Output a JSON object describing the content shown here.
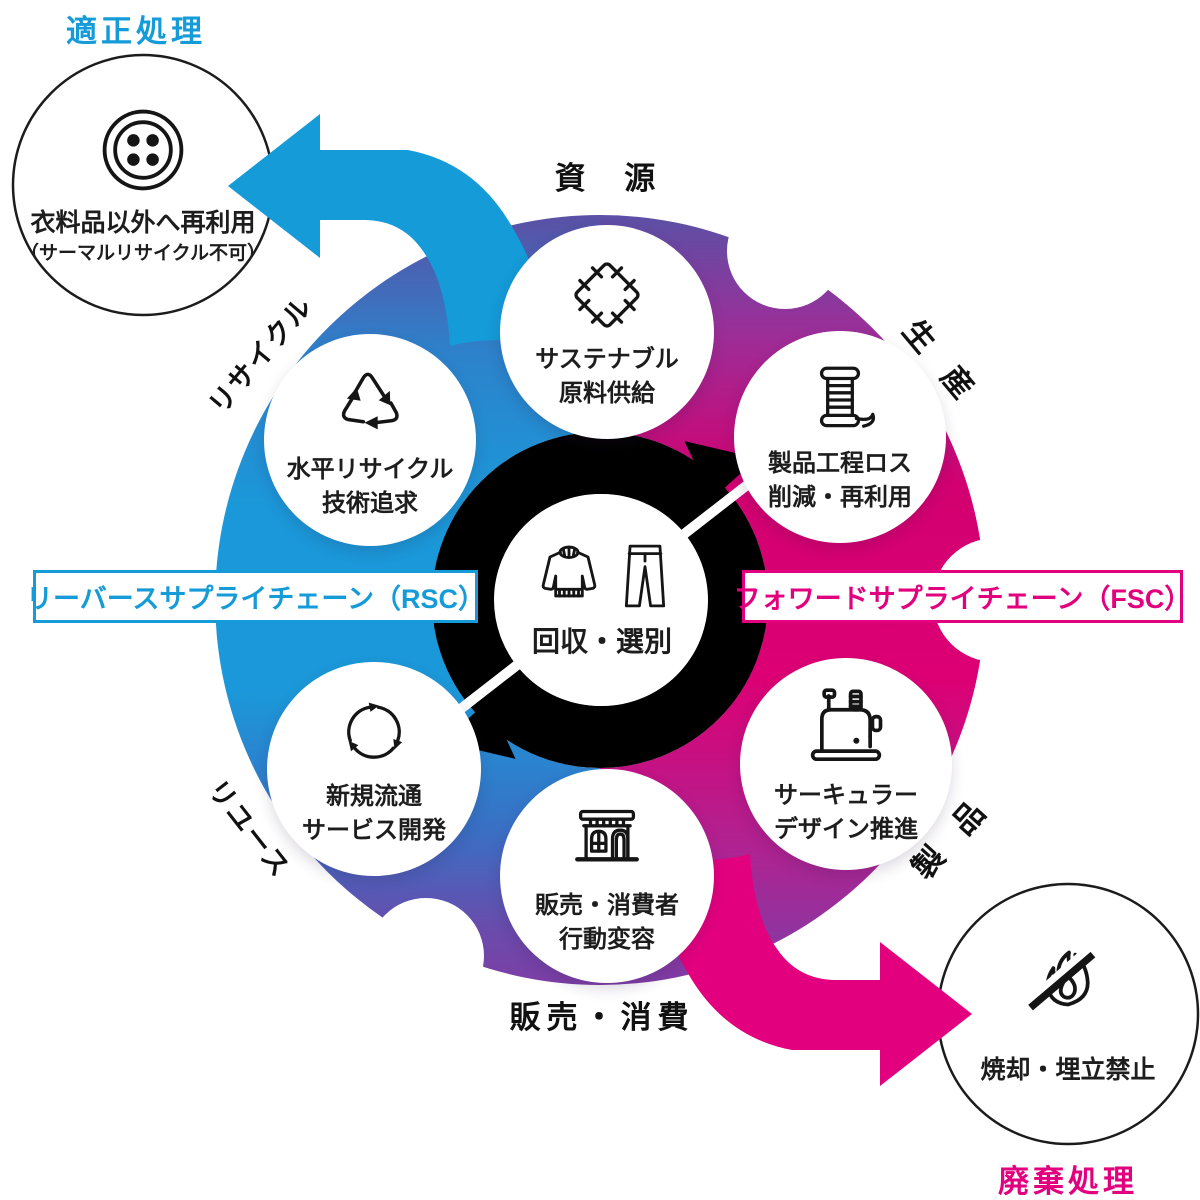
{
  "colors": {
    "rsc_blue": "#149bd8",
    "fsc_magenta": "#e3007f",
    "ring_purple": "#7d3ea6",
    "center_black": "#000000"
  },
  "banners": {
    "rsc": {
      "label": "リーバースサプライチェーン（RSC）"
    },
    "fsc": {
      "label": "フォワードサプライチェーン（FSC）"
    }
  },
  "ring_labels": {
    "top": "資 源",
    "upper_right": "生 産",
    "lower_right": "製 品",
    "bottom": "販売・消費",
    "upper_left": "リサイクル",
    "lower_left": "リユース"
  },
  "center_node": {
    "icons": [
      "sweater-icon",
      "pants-icon"
    ],
    "caption": "回収・選別"
  },
  "nodes": [
    {
      "id": "sustainable-materials",
      "icon": "fabric-patch-icon",
      "lines": [
        "サステナブル",
        "原料供給"
      ]
    },
    {
      "id": "process-loss-reduction",
      "icon": "thread-spool-icon",
      "lines": [
        "製品工程ロス",
        "削減・再利用"
      ]
    },
    {
      "id": "horizontal-recycling",
      "icon": "recycle-icon",
      "lines": [
        "水平リサイクル",
        "技術追求"
      ]
    },
    {
      "id": "new-distribution-services",
      "icon": "cycle-arrows-icon",
      "lines": [
        "新規流通",
        "サービス開発"
      ]
    },
    {
      "id": "sales-consumer-behavior",
      "icon": "storefront-icon",
      "lines": [
        "販売・消費者",
        "行動変容"
      ]
    },
    {
      "id": "circular-design",
      "icon": "sewing-machine-icon",
      "lines": [
        "サーキュラー",
        "デザイン推進"
      ]
    }
  ],
  "external_nodes": [
    {
      "id": "proper-processing",
      "title": "適正処理",
      "icon": "button-icon",
      "lines": [
        "衣料品以外へ再利用",
        "（サーマルリサイクル不可）"
      ]
    },
    {
      "id": "waste-disposal",
      "title": "廃棄処理",
      "icon": "no-incineration-icon",
      "lines": [
        "焼却・埋立禁止"
      ]
    }
  ]
}
